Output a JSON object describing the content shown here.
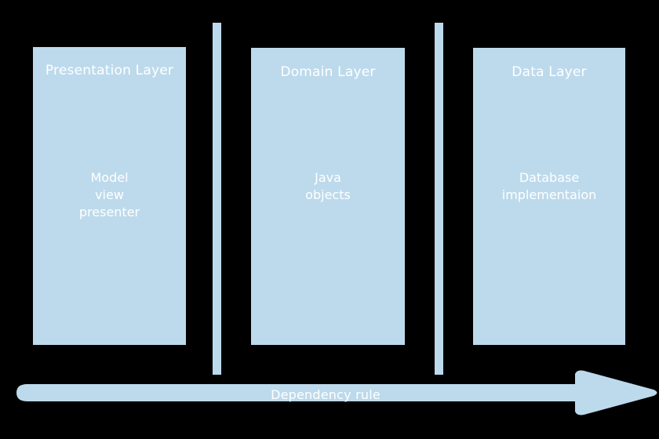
{
  "diagram": {
    "title": "Layered architecture dependency diagram",
    "background_color": "#000000",
    "fill_color": "#bddaec",
    "text_color": "#ffffff",
    "layers": [
      {
        "id": "presentation",
        "title": "Presentation Layer",
        "body_lines": [
          "Model",
          "view",
          "presenter"
        ]
      },
      {
        "id": "domain",
        "title": "Domain Layer",
        "body_lines": [
          "Java",
          "objects"
        ]
      },
      {
        "id": "data",
        "title": "Data Layer",
        "body_lines": [
          "Database",
          "implementaion"
        ]
      }
    ],
    "separators": [
      {
        "id": "separator-1"
      },
      {
        "id": "separator-2"
      }
    ],
    "arrow": {
      "label": "Dependency rule",
      "direction": "left-to-right"
    }
  }
}
